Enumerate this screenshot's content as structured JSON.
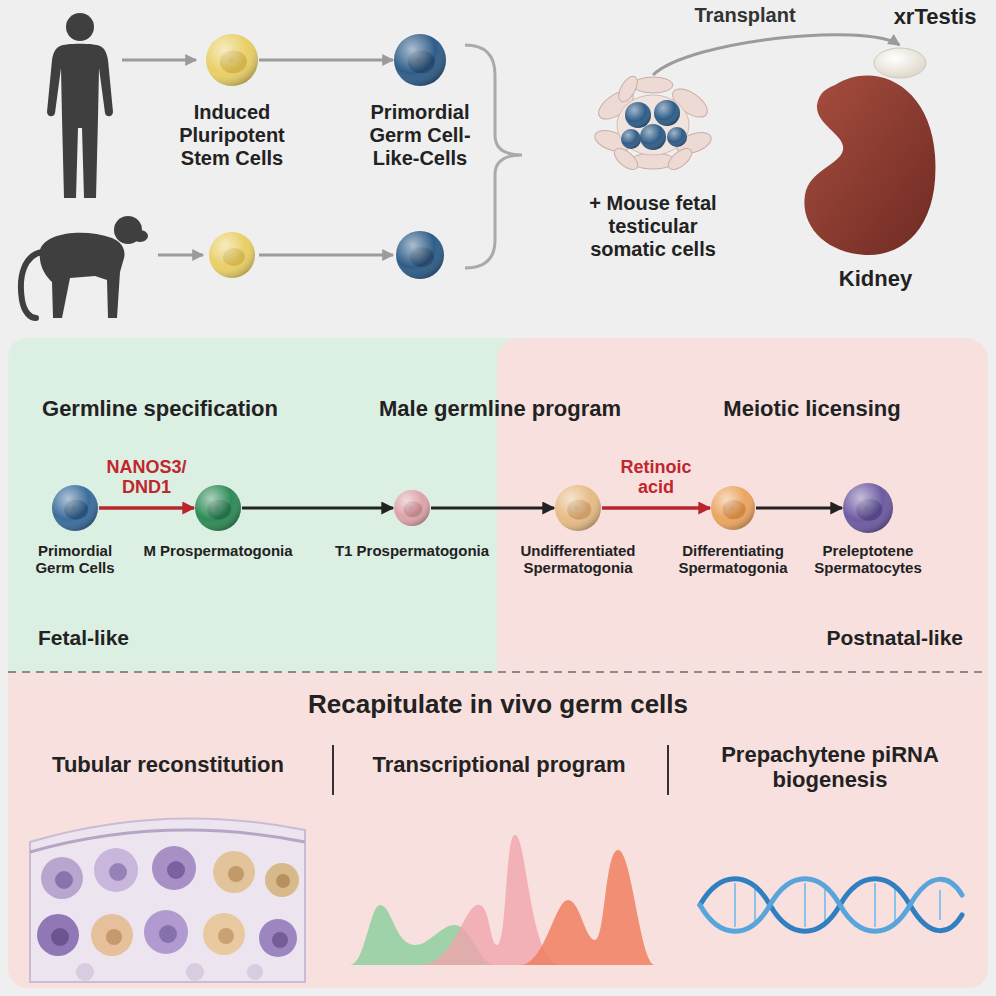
{
  "diagram": {
    "nodes": [
      {
        "text": [
          "Induced Pluripotent Stem Cells"
        ]
      },
      {
        "text": [
          "Primordial Germ Cell-Like-Cells"
        ]
      },
      {
        "text": [
          "+ Mouse fetal testicular somatic cells"
        ]
      },
      {
        "text": [
          "Kidney"
        ]
      },
      {
        "text": [
          "Fetal-like"
        ]
      },
      {
        "text": [
          "Primordial Germ Cells"
        ],
        "in": 4
      },
      {
        "text": [
          "M Prospermatogonia"
        ],
        "in": 4
      },
      {
        "text": [
          "T1 Prospermatogonia"
        ],
        "in": 4
      },
      {
        "text": [
          "Postnatal-like"
        ]
      },
      {
        "text": [
          "Undifferentiated Spermatogonia"
        ],
        "in": 8
      },
      {
        "text": [
          "Differentiating Spermatogonia"
        ],
        "in": 8
      },
      {
        "text": [
          "Preleptotene Spermatocytes"
        ],
        "in": 8
      },
      {
        "text": [
          "Recapitulate in vivo germ cells"
        ]
      }
    ],
    "edges": [
      {
        "from": 0,
        "to": 1,
        "arrow": "to"
      },
      {
        "from": 2,
        "to": 3,
        "label": "Transplant",
        "arrow": "to"
      },
      {
        "from": 5,
        "to": 6,
        "label": "NANOS3/ DND1",
        "arrow": "to"
      },
      {
        "from": 6,
        "to": 7,
        "arrow": "to"
      },
      {
        "from": 7,
        "to": 9,
        "arrow": "to"
      },
      {
        "from": 9,
        "to": 10,
        "label": "Retinoic acid",
        "arrow": "to"
      },
      {
        "from": 10,
        "to": 11,
        "arrow": "to"
      }
    ],
    "labels": [
      "xrTestis",
      "Germline specification",
      "Male germline program",
      "Meiotic licensing",
      "Tubular reconstitution",
      "Transcriptional program",
      "Prepachytene piRNA biogenesis"
    ]
  }
}
